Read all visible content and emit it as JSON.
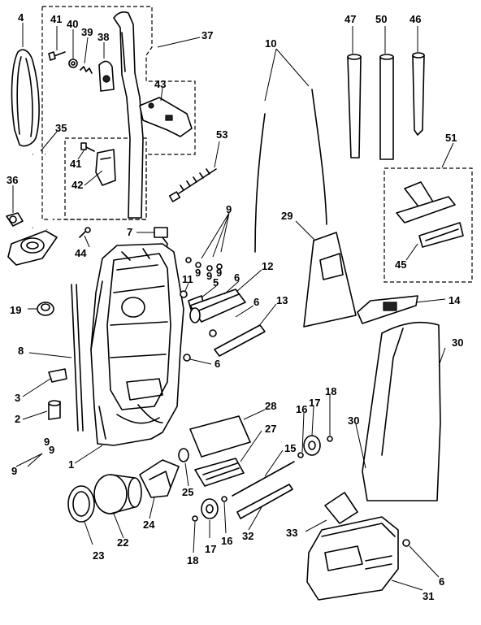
{
  "diagram": {
    "callouts": [
      {
        "id": "c4",
        "text": "4"
      },
      {
        "id": "c41a",
        "text": "41"
      },
      {
        "id": "c40",
        "text": "40"
      },
      {
        "id": "c39",
        "text": "39"
      },
      {
        "id": "c38",
        "text": "38"
      },
      {
        "id": "c37",
        "text": "37"
      },
      {
        "id": "c47",
        "text": "47"
      },
      {
        "id": "c50",
        "text": "50"
      },
      {
        "id": "c46",
        "text": "46"
      },
      {
        "id": "c10",
        "text": "10"
      },
      {
        "id": "c35",
        "text": "35"
      },
      {
        "id": "c43",
        "text": "43"
      },
      {
        "id": "c53",
        "text": "53"
      },
      {
        "id": "c51",
        "text": "51"
      },
      {
        "id": "c36",
        "text": "36"
      },
      {
        "id": "c41b",
        "text": "41"
      },
      {
        "id": "c42",
        "text": "42"
      },
      {
        "id": "c9a",
        "text": "9"
      },
      {
        "id": "c29",
        "text": "29"
      },
      {
        "id": "c7",
        "text": "7"
      },
      {
        "id": "c44",
        "text": "44"
      },
      {
        "id": "c11",
        "text": "11"
      },
      {
        "id": "c5",
        "text": "5"
      },
      {
        "id": "c6a",
        "text": "6"
      },
      {
        "id": "c12",
        "text": "12"
      },
      {
        "id": "c45",
        "text": "45"
      },
      {
        "id": "c6b",
        "text": "6"
      },
      {
        "id": "c13",
        "text": "13"
      },
      {
        "id": "c14",
        "text": "14"
      },
      {
        "id": "c19",
        "text": "19"
      },
      {
        "id": "c30a",
        "text": "30"
      },
      {
        "id": "c8",
        "text": "8"
      },
      {
        "id": "c6c",
        "text": "6"
      },
      {
        "id": "c3",
        "text": "3"
      },
      {
        "id": "c28",
        "text": "28"
      },
      {
        "id": "c16a",
        "text": "16"
      },
      {
        "id": "c17a",
        "text": "17"
      },
      {
        "id": "c18a",
        "text": "18"
      },
      {
        "id": "c2",
        "text": "2"
      },
      {
        "id": "c30b",
        "text": "30"
      },
      {
        "id": "c27",
        "text": "27"
      },
      {
        "id": "c9b",
        "text": "9"
      },
      {
        "id": "c1",
        "text": "1"
      },
      {
        "id": "c15",
        "text": "15"
      },
      {
        "id": "c25",
        "text": "25"
      },
      {
        "id": "c24",
        "text": "24"
      },
      {
        "id": "c33",
        "text": "33"
      },
      {
        "id": "c22",
        "text": "22"
      },
      {
        "id": "c32",
        "text": "32"
      },
      {
        "id": "c23",
        "text": "23"
      },
      {
        "id": "c16b",
        "text": "16"
      },
      {
        "id": "c17b",
        "text": "17"
      },
      {
        "id": "c18b",
        "text": "18"
      },
      {
        "id": "c6d",
        "text": "6"
      },
      {
        "id": "c31",
        "text": "31"
      }
    ],
    "small_marks": {
      "nine": "9"
    }
  }
}
